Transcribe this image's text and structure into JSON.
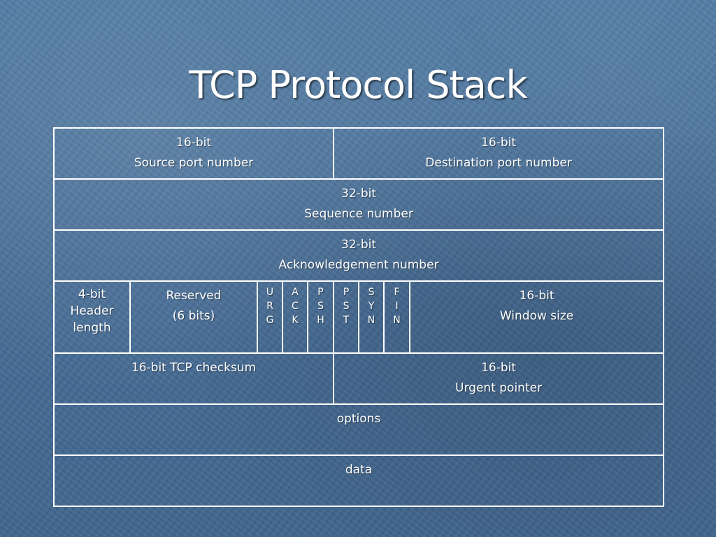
{
  "title": "TCP Protocol Stack",
  "header": {
    "source_port": {
      "size": "16-bit",
      "label": "Source port number"
    },
    "destination_port": {
      "size": "16-bit",
      "label": "Destination port number"
    },
    "sequence": {
      "size": "32-bit",
      "label": "Sequence number"
    },
    "acknowledgement": {
      "size": "32-bit",
      "label": "Acknowledgement number"
    },
    "header_length": {
      "size": "4-bit",
      "label_line1": "Header",
      "label_line2": "length"
    },
    "reserved": {
      "label": "Reserved",
      "size": "(6 bits)"
    },
    "flags": [
      {
        "name": "URG",
        "letters": [
          "U",
          "R",
          "G"
        ]
      },
      {
        "name": "ACK",
        "letters": [
          "A",
          "C",
          "K"
        ]
      },
      {
        "name": "PSH",
        "letters": [
          "P",
          "S",
          "H"
        ]
      },
      {
        "name": "PST",
        "letters": [
          "P",
          "S",
          "T"
        ]
      },
      {
        "name": "SYN",
        "letters": [
          "S",
          "Y",
          "N"
        ]
      },
      {
        "name": "FIN",
        "letters": [
          "F",
          "I",
          "N"
        ]
      }
    ],
    "window_size": {
      "size": "16-bit",
      "label": "Window size"
    },
    "checksum": {
      "label": "16-bit TCP checksum"
    },
    "urgent_pointer": {
      "size": "16-bit",
      "label": "Urgent pointer"
    },
    "options": {
      "label": "options"
    },
    "data": {
      "label": "data"
    }
  }
}
